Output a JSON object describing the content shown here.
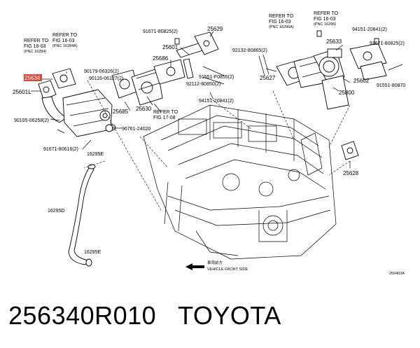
{
  "diagram": {
    "labels": {
      "refer1": "REFER TO",
      "refer1b": "FIG 16-03",
      "refer1c": "(PNC 16284)",
      "refer2": "REFER TO",
      "refer2b": "FIG 16-03",
      "refer2c": "(PNC 16284A)",
      "refer3": "REFER TO",
      "refer3b": "FIG 16-03",
      "refer3c": "(PNC 16296A)",
      "refer4": "REFER TO",
      "refer4b": "FIG 16-03",
      "refer4c": "(PNC 16296)",
      "refer5": "REFER TO",
      "refer5b": "FIG 17-08",
      "p25634": "25634",
      "p25601L": "25601L",
      "p90179": "90179-06326(2)",
      "p90116": "90116-06127(2)",
      "p90105": "90105-06258(2)",
      "p91671a": "91671-80616(2)",
      "p16295E_top": "16295E",
      "p16295D": "16295D",
      "p16295E_bot": "16295E",
      "p25685": "25685",
      "p25630": "25630",
      "p96761": "96761-24020",
      "p25686": "25686",
      "p25601": "25601",
      "p91671b": "91671-80825(2)",
      "p25629": "25629",
      "p91551a": "91551-F0855(2)",
      "p92112": "92112-80850(2)",
      "p94151a": "94151-20841(2)",
      "p92132": "92132-80865(2)",
      "p25627": "25627",
      "p25633": "25633",
      "p94151b": "94151-20841(2)",
      "p91671c": "91671-80825(2)",
      "p25602": "25602",
      "p91551b": "91551-80870",
      "p25800": "25800",
      "p25628": "25628",
      "front_jp": "車両前方",
      "front_en": "VEHICLE FRONT SIDE",
      "figno": "250403A"
    }
  },
  "caption": {
    "part_number": "256340R010",
    "brand": "TOYOTA"
  }
}
